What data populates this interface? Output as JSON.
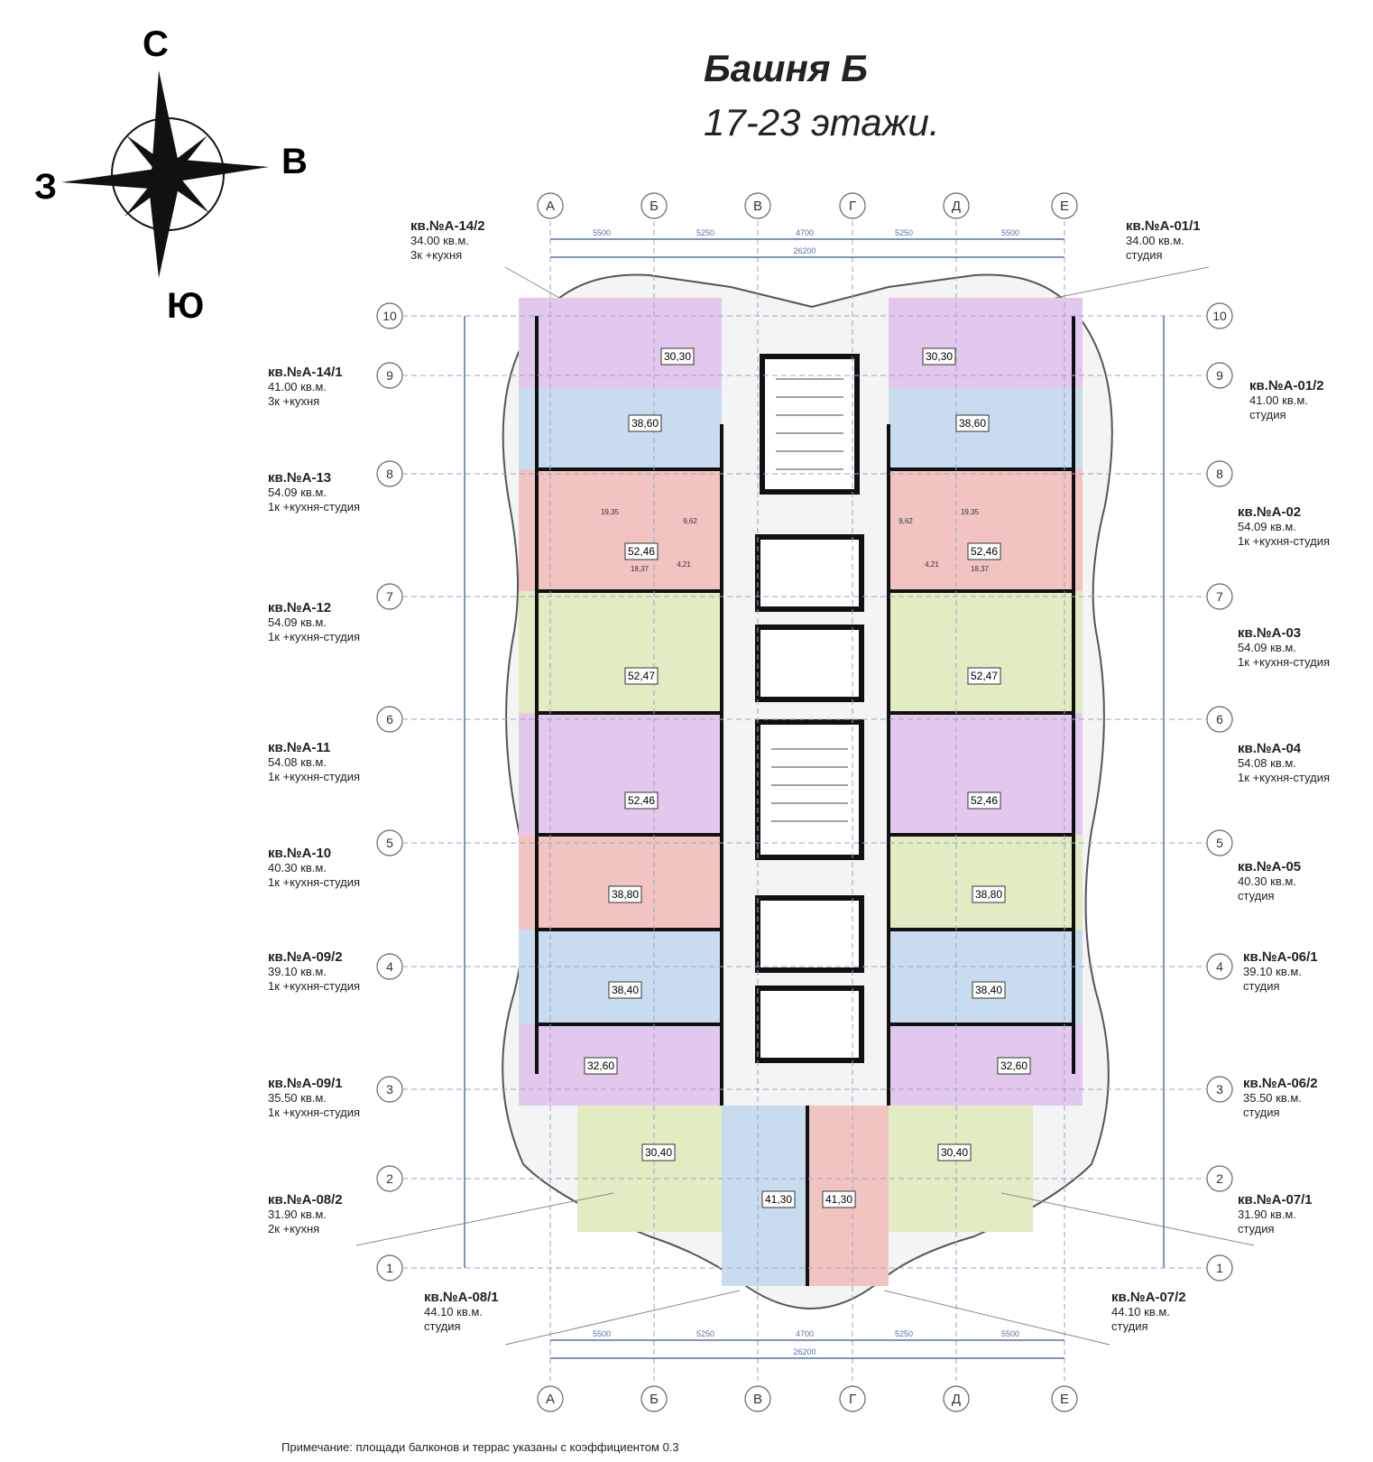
{
  "title": "Башня Б",
  "subtitle": "17-23 этажи.",
  "compass": {
    "north": "С",
    "south": "Ю",
    "east": "В",
    "west": "З"
  },
  "col_axes": [
    "А",
    "Б",
    "В",
    "Г",
    "Д",
    "Е"
  ],
  "row_axes": [
    "10",
    "9",
    "8",
    "7",
    "6",
    "5",
    "4",
    "3",
    "2",
    "1"
  ],
  "apartments_left": [
    {
      "id": "кв.№А-14/2",
      "area": "34.00 кв.м.",
      "type": "3к +кухня"
    },
    {
      "id": "кв.№А-14/1",
      "area": "41.00 кв.м.",
      "type": "3к +кухня"
    },
    {
      "id": "кв.№А-13",
      "area": "54.09 кв.м.",
      "type": "1к +кухня-студия"
    },
    {
      "id": "кв.№А-12",
      "area": "54.09 кв.м.",
      "type": "1к +кухня-студия"
    },
    {
      "id": "кв.№А-11",
      "area": "54.08 кв.м.",
      "type": "1к +кухня-студия"
    },
    {
      "id": "кв.№А-10",
      "area": "40.30 кв.м.",
      "type": "1к +кухня-студия"
    },
    {
      "id": "кв.№А-09/2",
      "area": "39.10 кв.м.",
      "type": "1к +кухня-студия"
    },
    {
      "id": "кв.№А-09/1",
      "area": "35.50 кв.м.",
      "type": "1к +кухня-студия"
    },
    {
      "id": "кв.№А-08/2",
      "area": "31.90 кв.м.",
      "type": "2к +кухня"
    },
    {
      "id": "кв.№А-08/1",
      "area": "44.10 кв.м.",
      "type": "студия"
    }
  ],
  "apartments_right": [
    {
      "id": "кв.№А-01/1",
      "area": "34.00 кв.м.",
      "type": "студия"
    },
    {
      "id": "кв.№А-01/2",
      "area": "41.00 кв.м.",
      "type": "студия"
    },
    {
      "id": "кв.№А-02",
      "area": "54.09 кв.м.",
      "type": "1к +кухня-студия"
    },
    {
      "id": "кв.№А-03",
      "area": "54.09 кв.м.",
      "type": "1к +кухня-студия"
    },
    {
      "id": "кв.№А-04",
      "area": "54.08 кв.м.",
      "type": "1к +кухня-студия"
    },
    {
      "id": "кв.№А-05",
      "area": "40.30 кв.м.",
      "type": "студия"
    },
    {
      "id": "кв.№А-06/1",
      "area": "39.10 кв.м.",
      "type": "студия"
    },
    {
      "id": "кв.№А-06/2",
      "area": "35.50 кв.м.",
      "type": "студия"
    },
    {
      "id": "кв.№А-07/1",
      "area": "31.90 кв.м.",
      "type": "студия"
    },
    {
      "id": "кв.№А-07/2",
      "area": "44.10 кв.м.",
      "type": "студия"
    }
  ],
  "room_labels": [
    "30,30",
    "38,60",
    "52,46",
    "52,47",
    "52,46",
    "38,80",
    "38,40",
    "32,60",
    "30,40",
    "41,30"
  ],
  "sub_room_labels": [
    "19,35",
    "9,62",
    "18,37",
    "4,21"
  ],
  "dim_total": "26200",
  "dim_segments": [
    "5500",
    "5250",
    "4700",
    "5250",
    "5500"
  ],
  "note": "Примечание: площади балконов и террас указаны с коэффициентом 0.3",
  "colors": {
    "violet": "#e2c8ec",
    "blue": "#c9dcef",
    "pink": "#f1c4c2",
    "green": "#e1ecc2",
    "wall": "#111111"
  }
}
